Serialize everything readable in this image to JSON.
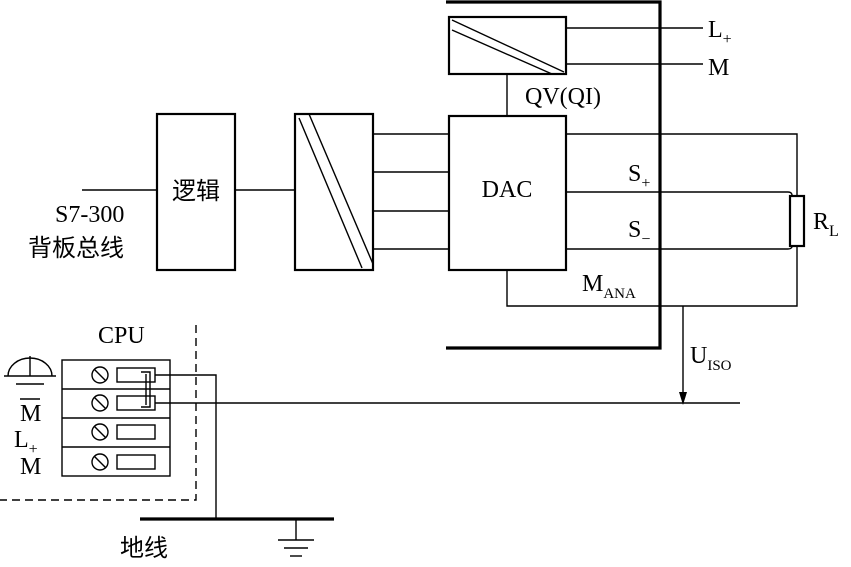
{
  "labels": {
    "logic": "逻辑",
    "bus_line1": "S7-300",
    "bus_line2": "背板总线",
    "dac": "DAC",
    "lplus_main": "L",
    "lplus_sub": "+",
    "m_top": "M",
    "qv": "QV(QI)",
    "splus_main": "S",
    "splus_sub": "+",
    "sminus_main": "S",
    "sminus_sub": "−",
    "rl_main": "R",
    "rl_sub": "L",
    "mana_main": "M",
    "mana_sub": "ANA",
    "uiso_main": "U",
    "uiso_sub": "ISO",
    "cpu": "CPU",
    "mbar": "M",
    "cpu_lplus_main": "L",
    "cpu_lplus_sub": "+",
    "cpu_m": "M",
    "ground": "地线"
  }
}
